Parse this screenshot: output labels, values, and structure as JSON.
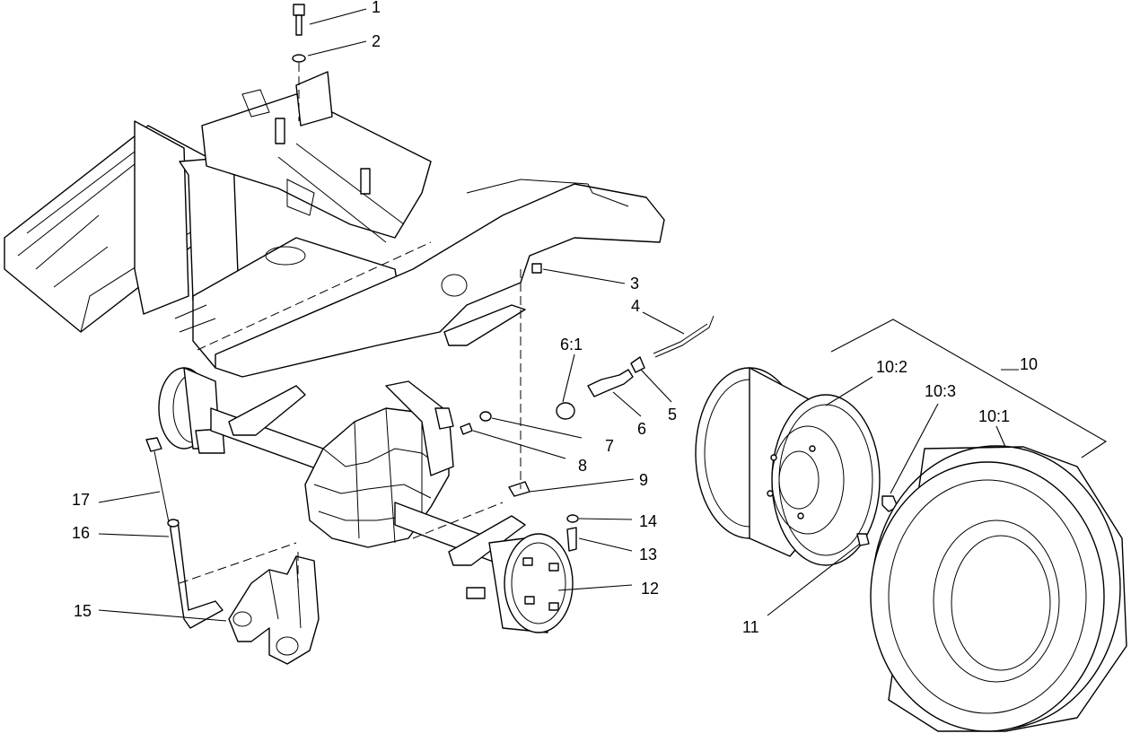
{
  "callouts": [
    {
      "label": "1",
      "part": "cap-screw"
    },
    {
      "label": "2",
      "part": "washer-top"
    },
    {
      "label": "3",
      "part": "nut"
    },
    {
      "label": "4",
      "part": "cable"
    },
    {
      "label": "5",
      "part": "clip"
    },
    {
      "label": "6",
      "part": "fitting"
    },
    {
      "label": "6:1",
      "part": "o-ring"
    },
    {
      "label": "7",
      "part": "plug"
    },
    {
      "label": "8",
      "part": "screw-small"
    },
    {
      "label": "9",
      "part": "bracket-plate"
    },
    {
      "label": "10",
      "part": "wheel-assembly"
    },
    {
      "label": "10:1",
      "part": "tire"
    },
    {
      "label": "10:2",
      "part": "rim"
    },
    {
      "label": "10:3",
      "part": "valve-stem"
    },
    {
      "label": "11",
      "part": "lug-nut"
    },
    {
      "label": "12",
      "part": "wheel-hub"
    },
    {
      "label": "13",
      "part": "bolt"
    },
    {
      "label": "14",
      "part": "washer"
    },
    {
      "label": "15",
      "part": "spindle-bracket"
    },
    {
      "label": "16",
      "part": "spindle"
    },
    {
      "label": "17",
      "part": "lube-fitting-stem"
    }
  ]
}
